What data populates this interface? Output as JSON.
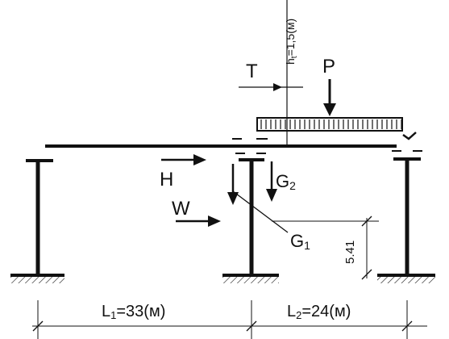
{
  "labels": {
    "ht_main": "h",
    "ht_sub": "t",
    "ht_rest": "=1,5(м)",
    "T": "T",
    "P": "P",
    "H": "H",
    "W": "W",
    "G2_main": "G",
    "G2_sub": "2",
    "G1_main": "G",
    "G1_sub": "1",
    "height_dim": "5.41",
    "L1_main": "L",
    "L1_sub": "1",
    "L1_rest": "=33(м)",
    "L2_main": "L",
    "L2_sub": "2",
    "L2_rest": "=24(м)"
  },
  "colors": {
    "ink": "#111111",
    "background": "#ffffff"
  }
}
